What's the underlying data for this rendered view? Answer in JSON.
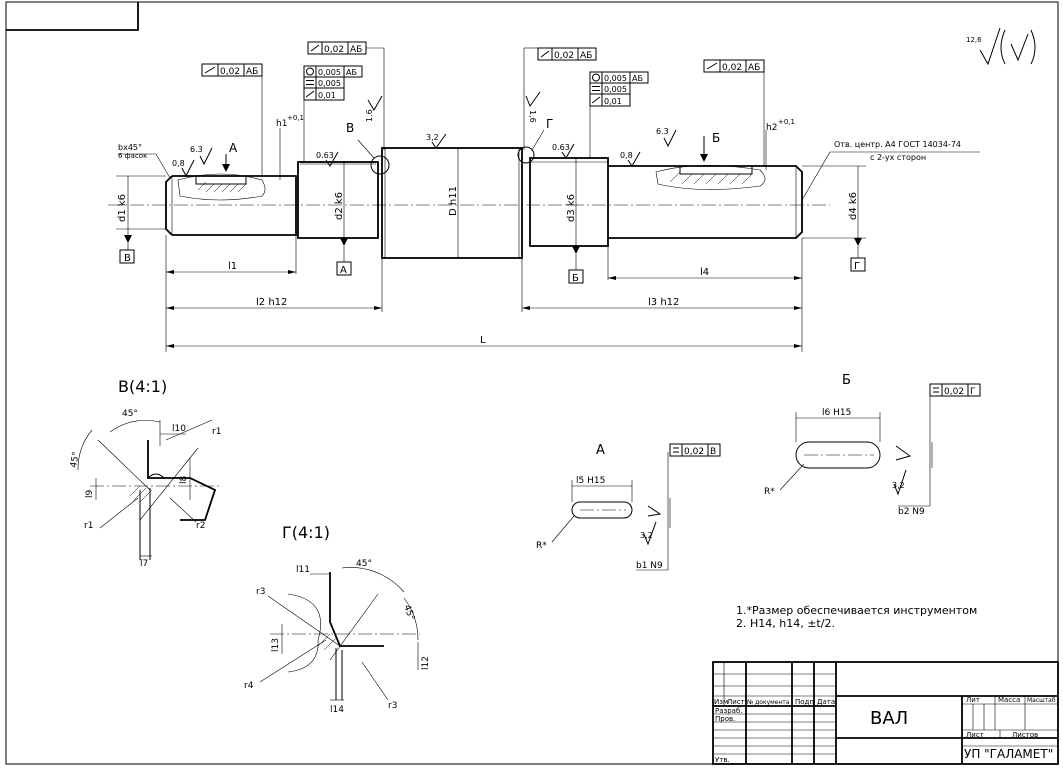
{
  "title_block": {
    "name": "ВАЛ",
    "company": "УП \"ГАЛАМЕТ\"",
    "col_izm": "Изм",
    "col_list": "Лист",
    "col_doc": "№ документа",
    "col_sign": "Подп",
    "col_date": "Дата",
    "row_dev": "Разраб.",
    "row_check": "Пров.",
    "row_appr": "Утв.",
    "lit": "Лит",
    "mass": "Масса",
    "scale": "Масштаб",
    "sheet": "Лист",
    "sheets": "Листов"
  },
  "roughness_general": {
    "value": "12,6"
  },
  "notes": {
    "line1": "1.*Размер обеспечивается инструментом",
    "line2": "2. H14, h14, ±t/2."
  },
  "tolerances": {
    "runout_ab": "0,02",
    "bases_ab": "АБ",
    "round_val": "0,005",
    "flat_val": "0,005",
    "runout_small": "0,01",
    "sym_b_val": "0,02",
    "sym_b_base": "В",
    "sym_g_val": "0,02",
    "sym_g_base": "Г"
  },
  "roughness": {
    "r08": "0,8",
    "r063": "0.63",
    "r63": "6.3",
    "r32": "3,2",
    "r16": "1.6",
    "r16b": "1,6",
    "r32s": "3,2"
  },
  "labels": {
    "chamfer": "bx45°",
    "chamfer_note": "6 фасок",
    "h1": "h1",
    "h1_tol": "+0,1",
    "h2": "h2",
    "h2_tol": "+0,1",
    "center_hole": "Отв. центр. А4 ГОСТ 14034-74",
    "center_hole2": "с 2-ух сторон",
    "base_a": "А",
    "base_b": "Б",
    "base_v": "В",
    "base_g": "Г",
    "sec_a": "А",
    "sec_b": "Б",
    "arrow_v": "В",
    "arrow_g": "Г",
    "d1": "d1  k6",
    "d2": "d2  k6",
    "dD": "D  h11",
    "d3": "d3  k6",
    "d4": "d4  k6"
  },
  "dims": {
    "l1": "l1",
    "l2": "l2  h12",
    "l3": "l3  h12",
    "l4": "l4",
    "L": "L",
    "l5": "l5  H15",
    "l6": "l6  H15",
    "b1": "b1  N9",
    "b2": "b2  N9",
    "R": "R*",
    "l7": "l7",
    "l8": "l8",
    "l9": "l9",
    "l10": "l10",
    "l11": "l11",
    "l12": "l12",
    "l13": "l13",
    "l14": "l14",
    "r1": "r1",
    "r2": "r2",
    "r3": "r3",
    "r4": "r4",
    "ang45": "45°"
  },
  "views": {
    "detail_v": "В(4:1)",
    "detail_g": "Г(4:1)",
    "section_a": "А",
    "section_b": "Б"
  }
}
